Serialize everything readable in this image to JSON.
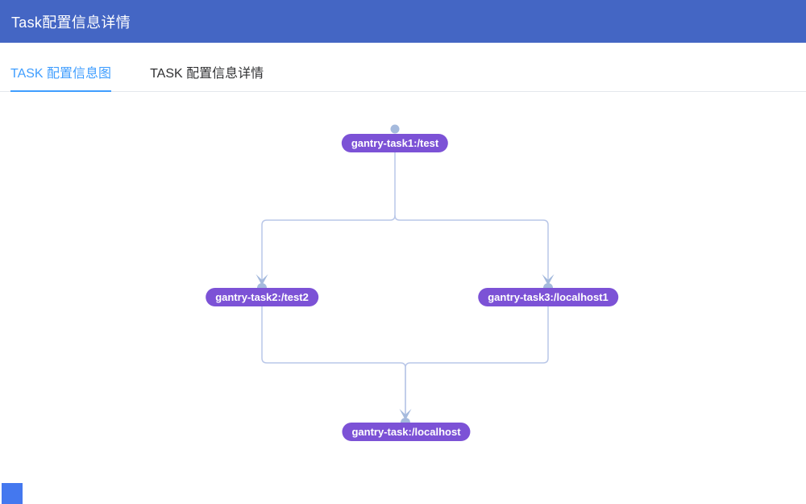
{
  "header": {
    "title": "Task配置信息详情"
  },
  "tabs": {
    "items": [
      {
        "label": "TASK 配置信息图",
        "active": true
      },
      {
        "label": "TASK 配置信息详情",
        "active": false
      }
    ]
  },
  "diagram": {
    "nodes": [
      {
        "id": "task1",
        "label": "gantry-task1:/test"
      },
      {
        "id": "task2",
        "label": "gantry-task2:/test2"
      },
      {
        "id": "task3",
        "label": "gantry-task3:/localhost1"
      },
      {
        "id": "task4",
        "label": "gantry-task:/localhost"
      }
    ],
    "edges": [
      {
        "from": "gantry-task1:/test",
        "to": "gantry-task2:/test2"
      },
      {
        "from": "gantry-task1:/test",
        "to": "gantry-task3:/localhost1"
      },
      {
        "from": "gantry-task2:/test2",
        "to": "gantry-task:/localhost"
      },
      {
        "from": "gantry-task3:/localhost1",
        "to": "gantry-task:/localhost"
      }
    ]
  },
  "colors": {
    "header_bg": "#4466c4",
    "tab_active": "#409eff",
    "tab_inactive_text": "#303133",
    "node_bg": "#7c52d6",
    "edge_line": "#b9c7e8",
    "edge_endpoint": "#a5badd",
    "divider": "#e4e7ed",
    "corner_square": "#4478ef"
  }
}
